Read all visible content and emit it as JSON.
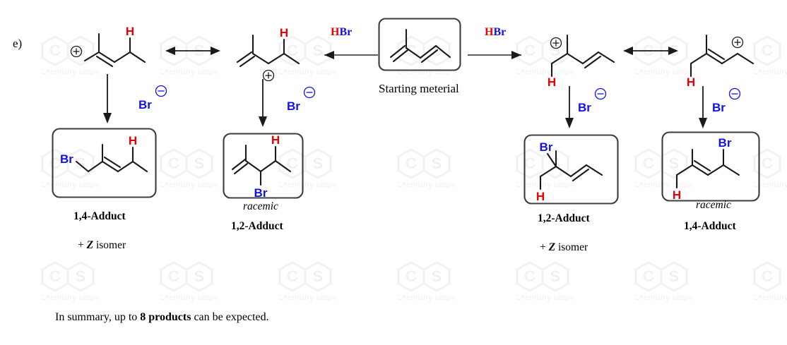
{
  "page": {
    "part_label": "e)",
    "summary_prefix": "In summary, up to ",
    "summary_bold": "8 products",
    "summary_suffix": " can be expected.",
    "watermark_text": "Chemistry Steps"
  },
  "colors": {
    "hydrogen": "#ee0000",
    "bromine": "#1111ee",
    "bond": "#1a1a1a",
    "box_stroke": "#3c3c3c",
    "arrow": "#4a4a4a",
    "watermark": "#f0f0f0",
    "background": "#ffffff"
  },
  "starting_material": {
    "label": "Starting meterial",
    "name": "2-methyl-1,3-pentadiene"
  },
  "reagents": [
    {
      "id": "hbr-left",
      "h": "H",
      "br": "Br"
    },
    {
      "id": "hbr-right",
      "h": "H",
      "br": "Br"
    }
  ],
  "nucleophiles": [
    {
      "id": "br-anion-1",
      "symbol": "Br",
      "charge": "minus"
    },
    {
      "id": "br-anion-2",
      "symbol": "Br",
      "charge": "minus"
    },
    {
      "id": "br-anion-3",
      "symbol": "Br",
      "charge": "minus"
    },
    {
      "id": "br-anion-4",
      "symbol": "Br",
      "charge": "minus"
    }
  ],
  "intermediates": [
    {
      "id": "cation-1",
      "charge": "plus",
      "h_label": "H",
      "resonance_pair": "left"
    },
    {
      "id": "cation-2",
      "charge": "plus",
      "h_label": "H",
      "resonance_pair": "left"
    },
    {
      "id": "cation-3",
      "charge": "plus",
      "h_label": "H",
      "resonance_pair": "right"
    },
    {
      "id": "cation-4",
      "charge": "plus",
      "h_label": "H",
      "resonance_pair": "right"
    }
  ],
  "products": [
    {
      "id": "product-1",
      "title": "1,4-Adduct",
      "stereo_note": "",
      "extra_note_prefix": "+ ",
      "extra_note_italic": "Z",
      "extra_note_suffix": " isomer",
      "atoms": {
        "br": "Br",
        "h": "H"
      }
    },
    {
      "id": "product-2",
      "title": "1,2-Adduct",
      "stereo_note": "racemic",
      "extra_note_prefix": "",
      "extra_note_italic": "",
      "extra_note_suffix": "",
      "atoms": {
        "br": "Br",
        "h": "H"
      }
    },
    {
      "id": "product-3",
      "title": "1,2-Adduct",
      "stereo_note": "",
      "extra_note_prefix": "+ ",
      "extra_note_italic": "Z",
      "extra_note_suffix": " isomer",
      "atoms": {
        "br": "Br",
        "h": "H"
      }
    },
    {
      "id": "product-4",
      "title": "1,4-Adduct",
      "stereo_note": "racemic",
      "extra_note_prefix": "",
      "extra_note_italic": "",
      "extra_note_suffix": "",
      "atoms": {
        "br": "Br",
        "h": "H"
      }
    }
  ]
}
